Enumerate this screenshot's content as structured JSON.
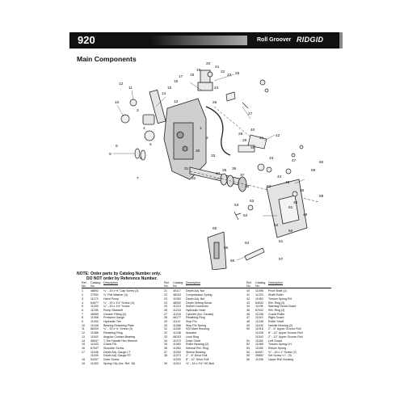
{
  "header": {
    "page_number": "920",
    "product_name": "Roll Groover",
    "brand": "RIDGID"
  },
  "section_title": "Main Components",
  "note": {
    "line1": "NOTE: Order parts by Catalog Number only.",
    "line2": "DO NOT order by Reference Number."
  },
  "diagram_callouts": [
    "1",
    "2",
    "3",
    "4",
    "5",
    "6",
    "7",
    "8",
    "9",
    "10",
    "11",
    "12",
    "13",
    "14",
    "15",
    "16",
    "17",
    "18",
    "19",
    "20",
    "21",
    "22",
    "23",
    "24",
    "25",
    "26",
    "27",
    "28",
    "29",
    "30",
    "31",
    "32",
    "33",
    "34",
    "35",
    "36",
    "37",
    "38",
    "39",
    "40",
    "41",
    "42",
    "43",
    "44",
    "45",
    "46",
    "47",
    "48",
    "49",
    "50",
    "51",
    "52",
    "53",
    "54",
    "55",
    "56",
    "57",
    "58",
    "59",
    "60",
    "61",
    "62",
    "63",
    "64",
    "65",
    "66",
    "67"
  ],
  "parts_table": {
    "headers": {
      "ref": "Ref. No.",
      "catalog": "Catalog No.",
      "description": "Description"
    },
    "columns": [
      [
        {
          "ref": "1",
          "cat": "48692",
          "desc": "¼\" - 20 x ½\" Cap Screw (3)"
        },
        {
          "ref": "2",
          "cat": "27932",
          "desc": "¼\" Flat Washer (4)"
        },
        {
          "ref": "3",
          "cat": "11173",
          "desc": "Hand Pump"
        },
        {
          "ref": "4",
          "cat": "64577",
          "desc": "¼\" - 20 x 1½\" Screw (4)"
        },
        {
          "ref": "5",
          "cat": "11203",
          "desc": "¼\" - 20 x 1½\" Screw"
        },
        {
          "ref": "6",
          "cat": "11198",
          "desc": "Pump Standoff"
        },
        {
          "ref": "7",
          "cat": "48069",
          "desc": "Grease Fitting (4)"
        },
        {
          "ref": "8",
          "cat": "11058",
          "desc": "Pressure Gauge"
        },
        {
          "ref": "9",
          "cat": "11030",
          "desc": "Hydraulic Tee"
        },
        {
          "ref": "10",
          "cat": "11048",
          "desc": "Bearing Retaining Plate"
        },
        {
          "ref": "11",
          "cat": "66209",
          "desc": "¼\" - 20 x ½\" Screw (3)"
        },
        {
          "ref": "12",
          "cat": "11088",
          "desc": "Retaining Ring"
        },
        {
          "ref": "13",
          "cat": "11163",
          "desc": "Angular Contact Bearing"
        },
        {
          "ref": "14",
          "cat": "46047",
          "desc": "T-Tee Handle Hex Wrench"
        },
        {
          "ref": "15",
          "cat": "11033",
          "desc": "Check Pin"
        },
        {
          "ref": "16",
          "cat": "67547",
          "desc": "Shoulder Screw"
        },
        {
          "ref": "17",
          "cat": "11048",
          "desc": "Depth Adj. Gauge LT"
        },
        {
          "ref": "",
          "cat": "11045",
          "desc": "Depth Adj. Gauge RT"
        },
        {
          "ref": "18",
          "cat": "54337",
          "desc": "Drive Screw"
        },
        {
          "ref": "19",
          "cat": "11053",
          "desc": "Spring Clip (Inc. Ref. 18)"
        }
      ],
      [
        {
          "ref": "21",
          "cat": "40117",
          "desc": "Depth Adj. Nut"
        },
        {
          "ref": "22",
          "cat": "48103",
          "desc": "Compression Spring"
        },
        {
          "ref": "23",
          "cat": "11053",
          "desc": "Depth Adj. Nut"
        },
        {
          "ref": "24",
          "cat": "48052",
          "desc": "Depth Setting Decal"
        },
        {
          "ref": "25",
          "cat": "11213",
          "desc": "Swivel Connector"
        },
        {
          "ref": "26",
          "cat": "11218",
          "desc": "Hydraulic Hose"
        },
        {
          "ref": "27",
          "cat": "11218",
          "desc": "Cylinder (Inc. Decals)"
        },
        {
          "ref": "28",
          "cat": "48177",
          "desc": "Retaining Ring"
        },
        {
          "ref": "29",
          "cat": "11113",
          "desc": "Stop Pin"
        },
        {
          "ref": "30",
          "cat": "11068",
          "desc": "Stop Pin Spring"
        },
        {
          "ref": "31",
          "cat": "11158",
          "desc": "920 Main Housing"
        },
        {
          "ref": "32",
          "cat": "11248",
          "desc": "Actuator"
        },
        {
          "ref": "33",
          "cat": "48153",
          "desc": "Lock Ring"
        },
        {
          "ref": "34",
          "cat": "11073",
          "desc": "Drive Shaft"
        },
        {
          "ref": "35",
          "cat": "11083",
          "desc": "Roller Bearing (2)"
        },
        {
          "ref": "36",
          "cat": "11063",
          "desc": "Internal Ret. Ring"
        },
        {
          "ref": "37",
          "cat": "11093",
          "desc": "Sleeve Bearing"
        },
        {
          "ref": "38",
          "cat": "11073",
          "desc": "2\" - 6\" Drive Roll"
        },
        {
          "ref": "",
          "cat": "11033",
          "desc": "8\" - 12\" Drive Roll"
        },
        {
          "ref": "39",
          "cat": "11013",
          "desc": "⅜\" - 16 x 1½\" HD Bolt"
        }
      ],
      [
        {
          "ref": "40",
          "cat": "11098",
          "desc": "Pivot Shaft (2)"
        },
        {
          "ref": "41",
          "cat": "11223",
          "desc": "Shaft Roller"
        },
        {
          "ref": "42",
          "cat": "11053",
          "desc": "Torsion Spring RH"
        },
        {
          "ref": "43",
          "cat": "64042",
          "desc": "Ret. Ring (3)"
        },
        {
          "ref": "44",
          "cat": "11198",
          "desc": "Warning Decal Guard"
        },
        {
          "ref": "45",
          "cat": "67042",
          "desc": "Ret. Ring (3)"
        },
        {
          "ref": "46",
          "cat": "11238",
          "desc": "Guard Roller"
        },
        {
          "ref": "47",
          "cat": "11143",
          "desc": "Right Guard"
        },
        {
          "ref": "48",
          "cat": "11248",
          "desc": "Roller Shaft"
        },
        {
          "ref": "49",
          "cat": "11108",
          "desc": "Needle Bearing (2)"
        },
        {
          "ref": "50",
          "cat": "11018",
          "desc": "2\" - 6\" Upper Groove Roll"
        },
        {
          "ref": "",
          "cat": "11028",
          "desc": "8\" - 12\" Upper Groove Roll"
        },
        {
          "ref": "",
          "cat": "11043",
          "desc": "2\" - 12\" Upper Groove Roll"
        },
        {
          "ref": "51",
          "cat": "11188",
          "desc": "Left Guard"
        },
        {
          "ref": "52",
          "cat": "11058",
          "desc": "Torsion Spring LH"
        },
        {
          "ref": "53",
          "cat": "11158",
          "desc": "Return Spring"
        },
        {
          "ref": "54",
          "cat": "54497",
          "desc": "⅜\" - 16 x 1\" Screw (2)"
        },
        {
          "ref": "55",
          "cat": "39852",
          "desc": "Set Screw ¼\" - 20"
        },
        {
          "ref": "56",
          "cat": "11038",
          "desc": "Upper Roll Housing"
        }
      ]
    ]
  }
}
